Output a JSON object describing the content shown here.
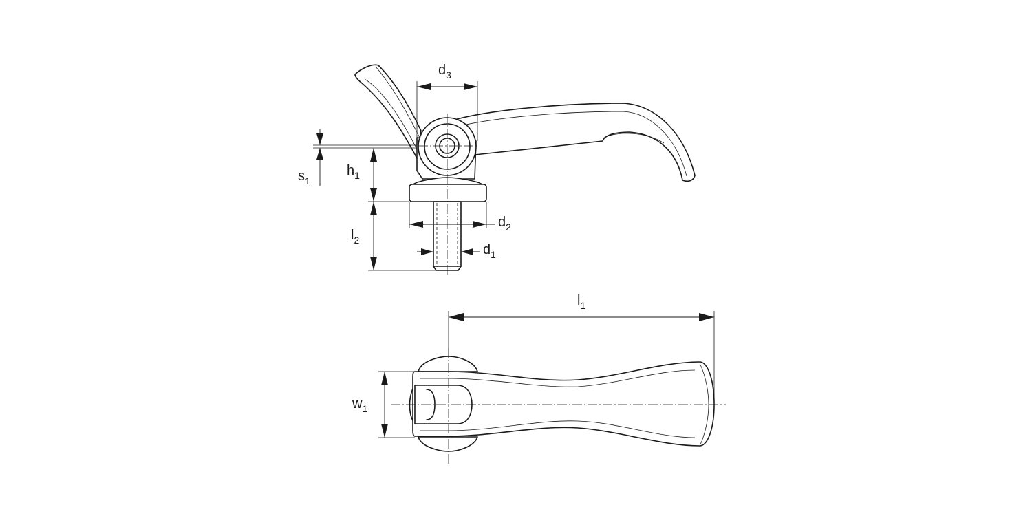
{
  "diagram": {
    "labels": {
      "d3": {
        "main": "d",
        "sub": "3"
      },
      "s1": {
        "main": "s",
        "sub": "1"
      },
      "h1": {
        "main": "h",
        "sub": "1"
      },
      "d2": {
        "main": "d",
        "sub": "2"
      },
      "l2": {
        "main": "l",
        "sub": "2"
      },
      "d1": {
        "main": "d",
        "sub": "1"
      },
      "l1": {
        "main": "l",
        "sub": "1"
      },
      "w1": {
        "main": "w",
        "sub": "1"
      }
    },
    "line_color": "#1a1a1a",
    "background": "#ffffff"
  }
}
